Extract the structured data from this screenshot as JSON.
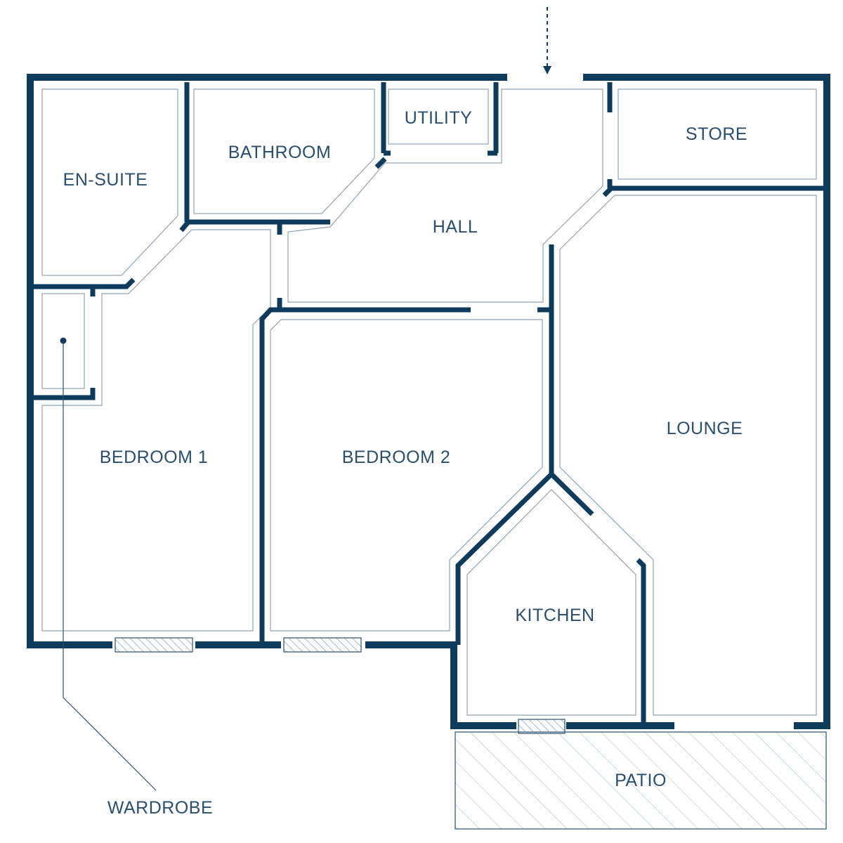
{
  "rooms": {
    "en_suite": "EN-SUITE",
    "bathroom": "BATHROOM",
    "utility": "UTILITY",
    "store": "STORE",
    "hall": "HALL",
    "bedroom_1": "BEDROOM 1",
    "bedroom_2": "BEDROOM 2",
    "lounge": "LOUNGE",
    "kitchen": "KITCHEN",
    "patio": "PATIO",
    "wardrobe": "WARDROBE"
  },
  "colors": {
    "wall": "#0e3a5c",
    "text": "#2a4f6e",
    "inner_line": "#8fa3b4"
  }
}
